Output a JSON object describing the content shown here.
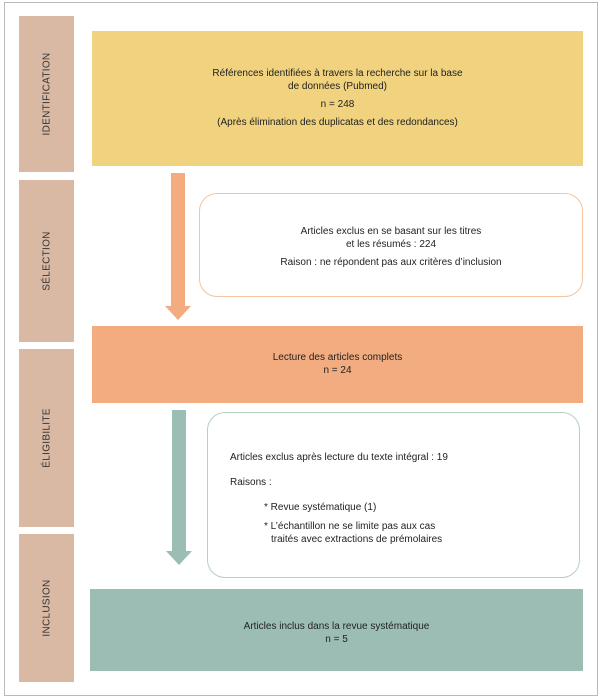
{
  "stages": {
    "identification": "IDENTIFICATION",
    "selection": "SÉLECTION",
    "eligibility": "ÉLIGIBILITE",
    "inclusion": "INCLUSION"
  },
  "boxes": {
    "identified": {
      "line1": "Références identifiées à travers la recherche sur la base",
      "line2": "de données (Pubmed)",
      "count": "n = 248",
      "note": "(Après élimination des duplicatas et des redondances)"
    },
    "excluded_titles": {
      "line1": "Articles exclus en se basant sur les titres",
      "line2": "et les résumés : 224",
      "reason": "Raison : ne répondent pas aux critères d’inclusion"
    },
    "full_read": {
      "title": "Lecture des articles complets",
      "count": "n = 24"
    },
    "excluded_full": {
      "title": "Articles exclus après lecture du texte intégral : 19",
      "reasons_label": "Raisons :",
      "reason1": "* Revue systématique (1)",
      "reason2_line1": "* L’échantillon ne se limite pas aux cas",
      "reason2_line2": "traités avec extractions de prémolaires"
    },
    "included": {
      "title": "Articles inclus dans la revue systématique",
      "count": "n = 5"
    }
  },
  "colors": {
    "identification_box": "#f1d27e",
    "full_read_box": "#f2ac7f",
    "included_box": "#9bbdb3",
    "side_labels": "#d9b8a4",
    "arrow_orange": "#f2ac7f",
    "arrow_teal": "#9bbdb3",
    "rounded_border_orange": "#f3c3a4",
    "rounded_border_teal": "#b3d0c7"
  }
}
